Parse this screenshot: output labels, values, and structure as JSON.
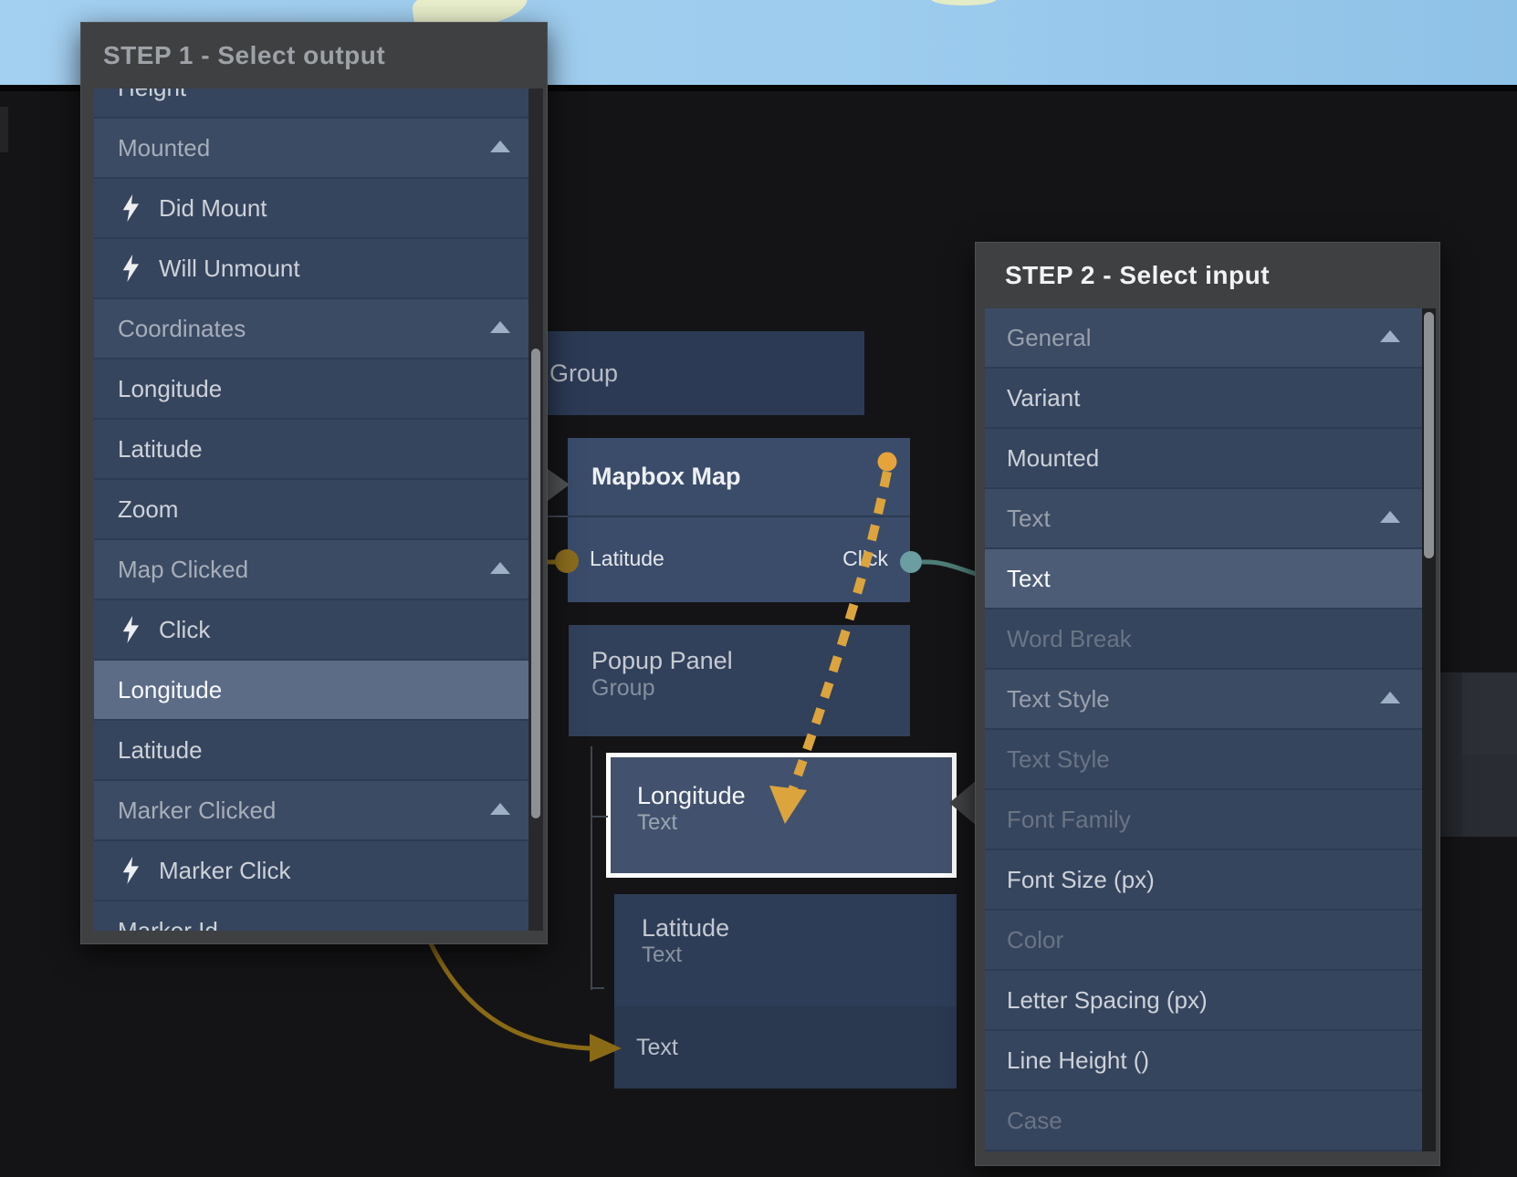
{
  "step1": {
    "title": "STEP 1 - Select output",
    "rows": [
      {
        "label": "Height",
        "kind": "item",
        "partial": "top"
      },
      {
        "label": "Mounted",
        "kind": "category"
      },
      {
        "label": "Did Mount",
        "kind": "event"
      },
      {
        "label": "Will Unmount",
        "kind": "event"
      },
      {
        "label": "Coordinates",
        "kind": "category"
      },
      {
        "label": "Longitude",
        "kind": "item"
      },
      {
        "label": "Latitude",
        "kind": "item"
      },
      {
        "label": "Zoom",
        "kind": "item"
      },
      {
        "label": "Map Clicked",
        "kind": "category"
      },
      {
        "label": "Click",
        "kind": "event"
      },
      {
        "label": "Longitude",
        "kind": "item",
        "highlighted": true
      },
      {
        "label": "Latitude",
        "kind": "item"
      },
      {
        "label": "Marker Clicked",
        "kind": "category"
      },
      {
        "label": "Marker Click",
        "kind": "event"
      },
      {
        "label": "Marker Id",
        "kind": "item",
        "partial": "bottom"
      }
    ]
  },
  "step2": {
    "title": "STEP 2 - Select input",
    "rows": [
      {
        "label": "General",
        "kind": "category"
      },
      {
        "label": "Variant",
        "kind": "item"
      },
      {
        "label": "Mounted",
        "kind": "item"
      },
      {
        "label": "Text",
        "kind": "category"
      },
      {
        "label": "Text",
        "kind": "item",
        "highlighted": true
      },
      {
        "label": "Word Break",
        "kind": "item",
        "disabled": true
      },
      {
        "label": "Text Style",
        "kind": "category"
      },
      {
        "label": "Text Style",
        "kind": "item",
        "disabled": true
      },
      {
        "label": "Font Family",
        "kind": "item",
        "disabled": true
      },
      {
        "label": "Font Size (px)",
        "kind": "item"
      },
      {
        "label": "Color",
        "kind": "item",
        "disabled": true
      },
      {
        "label": "Letter Spacing (px)",
        "kind": "item"
      },
      {
        "label": "Line Height ()",
        "kind": "item"
      },
      {
        "label": "Case",
        "kind": "item",
        "disabled": true
      }
    ]
  },
  "nodes": {
    "group": {
      "title": "Group"
    },
    "mapbox": {
      "title": "Mapbox Map",
      "ports": [
        "Latitude",
        "Click"
      ]
    },
    "popup": {
      "title": "Popup Panel",
      "subtitle": "Group"
    },
    "longitude": {
      "title": "Longitude",
      "subtitle": "Text"
    },
    "latitude": {
      "title": "Latitude",
      "subtitle": "Text"
    },
    "textnode": {
      "title": "Text"
    }
  },
  "colors": {
    "dashed_connection": "#dca43c",
    "orange_port": "#e6a33c",
    "gold_port": "#8a6c1d",
    "teal_port": "#6b9da2",
    "teal_wire": "#4e7e78",
    "olive_wire": "#8a6a15",
    "selection_border": "#fcfcfc",
    "highlight_row_step1": "#5c6c87",
    "highlight_row_step2": "#4d5c76",
    "map_water": "#9dccee"
  }
}
